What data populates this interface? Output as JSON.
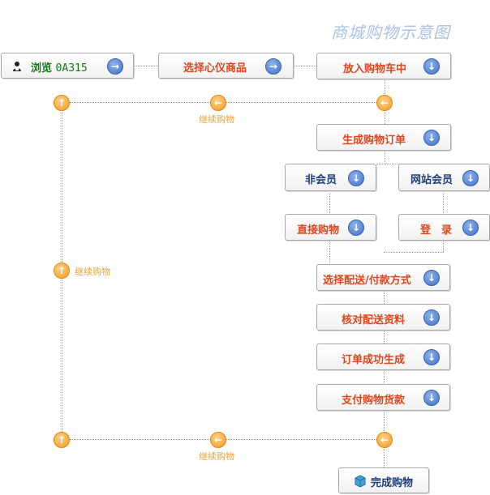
{
  "title": "商城购物示意图",
  "nodes": {
    "browse": {
      "label": "浏览",
      "code": "0A315"
    },
    "select": {
      "label": "选择心仪商品"
    },
    "add_cart": {
      "label": "放入购物车中"
    },
    "order": {
      "label": "生成购物订单"
    },
    "non_member": {
      "label": "非会员"
    },
    "member": {
      "label": "网站会员"
    },
    "direct_buy": {
      "label": "直接购物"
    },
    "login": {
      "label": "登　录"
    },
    "shipping": {
      "label": "选择配送/付款方式"
    },
    "verify": {
      "label": "核对配送资料"
    },
    "order_success": {
      "label": "订单成功生成"
    },
    "pay": {
      "label": "支付购物货款"
    },
    "done": {
      "label": "完成购物"
    }
  },
  "captions": {
    "continue_top": "继续购物",
    "continue_left": "继续购物",
    "continue_bottom": "继续购物"
  },
  "colors": {
    "primary_text": "#e0461e",
    "secondary_text": "#1b3f7a",
    "accent_blue": "#3f6fc8",
    "accent_orange": "#f39a1c",
    "title": "#a9c3e6"
  },
  "icons": {
    "arrow_right": "→",
    "arrow_down": "↓",
    "arrow_left": "←",
    "arrow_up": "↑"
  }
}
